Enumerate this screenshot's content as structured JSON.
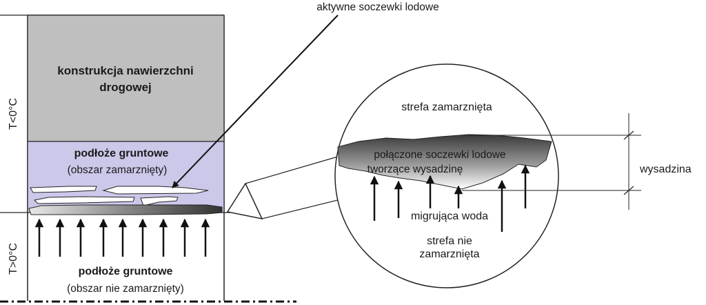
{
  "left_column": {
    "top_temp_label": "T<0°C",
    "bottom_temp_label": "T>0°C",
    "pavement": {
      "line1": "konstrukcja nawierzchni",
      "line2": "drogowej",
      "color": "#c0bfc0"
    },
    "frozen_subgrade": {
      "title": "podłoże gruntowe",
      "subtitle": "(obszar zamarznięty)",
      "color": "#ccc8ea"
    },
    "unfrozen_subgrade": {
      "title": "podłoże gruntowe",
      "subtitle": "(obszar nie zamarznięty)"
    }
  },
  "callout_top": "aktywne soczewki lodowe",
  "circle": {
    "frozen_zone": "strefa zamarznięta",
    "lens_line1": "połączone soczewki lodowe",
    "lens_line2": "tworzące wysadzinę",
    "water": "migrująca woda",
    "unfrozen_line1": "strefa nie",
    "unfrozen_line2": "zamarznięta"
  },
  "heave_label": "wysadzina"
}
